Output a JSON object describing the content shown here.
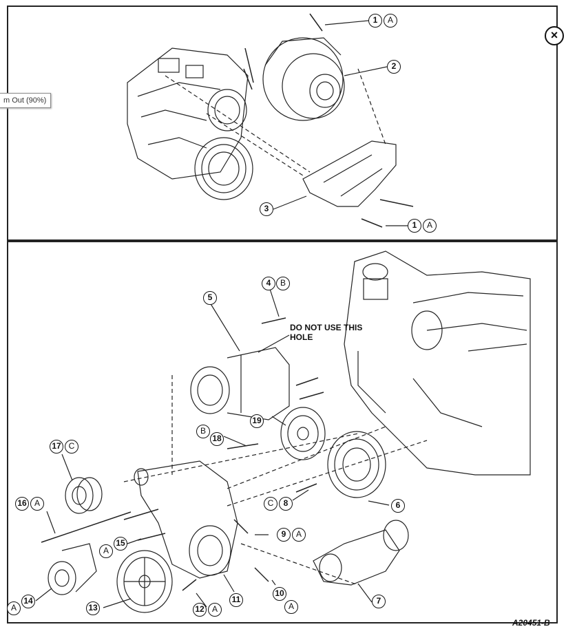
{
  "viewer": {
    "zoom_tooltip": "m Out (90%)",
    "close_symbol": "×",
    "close_icon": "close-icon"
  },
  "diagram": {
    "note": "DO NOT USE THIS HOLE",
    "figure_id": "A20451-B",
    "top_callouts": [
      {
        "id": "c-top-1",
        "num": "1",
        "letter": "A"
      },
      {
        "id": "c-top-2",
        "num": "2",
        "letter": ""
      },
      {
        "id": "c-top-3",
        "num": "3",
        "letter": ""
      },
      {
        "id": "c-top-1b",
        "num": "1",
        "letter": "A"
      }
    ],
    "bottom_callouts": [
      {
        "id": "c-4",
        "num": "4",
        "letter": "B"
      },
      {
        "id": "c-5",
        "num": "5",
        "letter": ""
      },
      {
        "id": "c-6",
        "num": "6",
        "letter": ""
      },
      {
        "id": "c-7",
        "num": "7",
        "letter": ""
      },
      {
        "id": "c-8",
        "num": "8",
        "letter": "C"
      },
      {
        "id": "c-9",
        "num": "9",
        "letter": "A"
      },
      {
        "id": "c-10",
        "num": "10",
        "letter": "A"
      },
      {
        "id": "c-11",
        "num": "11",
        "letter": ""
      },
      {
        "id": "c-12",
        "num": "12",
        "letter": "A"
      },
      {
        "id": "c-13",
        "num": "13",
        "letter": ""
      },
      {
        "id": "c-14",
        "num": "14",
        "letter": "A"
      },
      {
        "id": "c-15",
        "num": "15",
        "letter": "A"
      },
      {
        "id": "c-16",
        "num": "16",
        "letter": "A"
      },
      {
        "id": "c-17",
        "num": "17",
        "letter": "C"
      },
      {
        "id": "c-18",
        "num": "18",
        "letter": "B"
      },
      {
        "id": "c-19",
        "num": "19",
        "letter": ""
      }
    ]
  }
}
